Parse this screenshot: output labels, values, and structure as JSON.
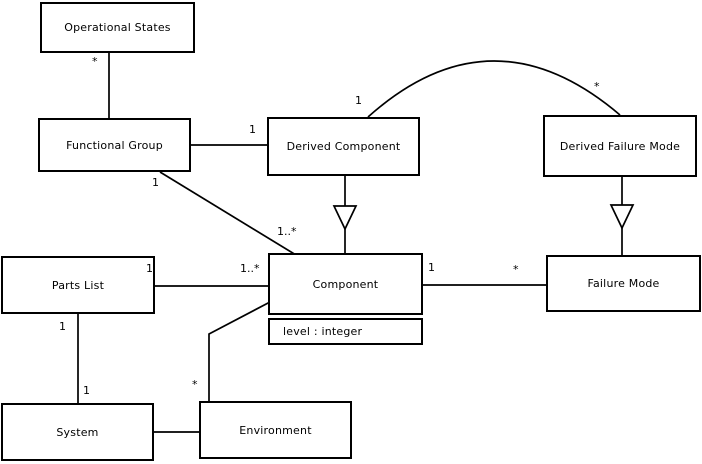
{
  "diagram": {
    "kind": "uml-class-diagram",
    "background_color": "#ffffff",
    "line_color": "#000000",
    "text_color": "#000000"
  },
  "classes": [
    {
      "name": "Operational States"
    },
    {
      "name": "Functional Group"
    },
    {
      "name": "Derived Component"
    },
    {
      "name": "Derived Failure Mode"
    },
    {
      "name": "Parts List"
    },
    {
      "name": "Component",
      "attributes": [
        "level : integer"
      ]
    },
    {
      "name": "Failure Mode"
    },
    {
      "name": "System"
    },
    {
      "name": "Environment"
    }
  ],
  "multiplicities": [
    {
      "text": "*"
    },
    {
      "text": "1"
    },
    {
      "text": "1"
    },
    {
      "text": "*"
    },
    {
      "text": "1"
    },
    {
      "text": "1..*"
    },
    {
      "text": "1"
    },
    {
      "text": "1..*"
    },
    {
      "text": "1"
    },
    {
      "text": "*"
    },
    {
      "text": "1"
    },
    {
      "text": "1"
    },
    {
      "text": "*"
    }
  ],
  "relationships": [
    {
      "type": "association",
      "from": "Functional Group",
      "to": "Operational States",
      "to_multiplicity": "*"
    },
    {
      "type": "association",
      "from": "Functional Group",
      "to": "Derived Component",
      "to_multiplicity": "1"
    },
    {
      "type": "association",
      "from": "Derived Component",
      "to": "Derived Failure Mode",
      "from_multiplicity": "1",
      "to_multiplicity": "*",
      "style": "arc"
    },
    {
      "type": "generalization",
      "child": "Derived Component",
      "parent": "Component"
    },
    {
      "type": "generalization",
      "child": "Derived Failure Mode",
      "parent": "Failure Mode"
    },
    {
      "type": "association",
      "from": "Functional Group",
      "to": "Component",
      "from_multiplicity": "1",
      "to_multiplicity": "1..*"
    },
    {
      "type": "association",
      "from": "Parts List",
      "to": "Component",
      "from_multiplicity": "1",
      "to_multiplicity": "1..*"
    },
    {
      "type": "association",
      "from": "Component",
      "to": "Failure Mode",
      "from_multiplicity": "1",
      "to_multiplicity": "*"
    },
    {
      "type": "association",
      "from": "Parts List",
      "to": "System",
      "from_multiplicity": "1",
      "to_multiplicity": "1"
    },
    {
      "type": "association",
      "from": "System",
      "to": "Environment"
    },
    {
      "type": "association",
      "from": "Component",
      "to": "Environment",
      "to_multiplicity": "*"
    }
  ]
}
